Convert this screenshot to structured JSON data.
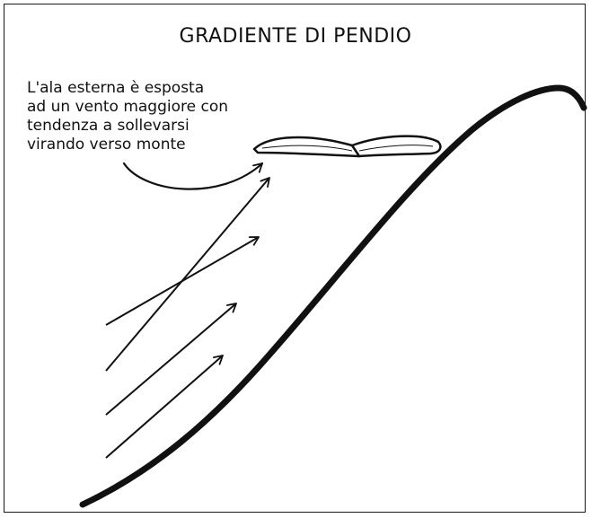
{
  "diagram": {
    "title": "GRADIENTE DI PENDIO",
    "caption_lines": [
      "L'ala esterna è esposta",
      "ad un vento maggiore con",
      "tendenza a sollevarsi",
      "virando verso monte"
    ],
    "colors": {
      "ink": "#111111",
      "background": "#ffffff"
    }
  }
}
